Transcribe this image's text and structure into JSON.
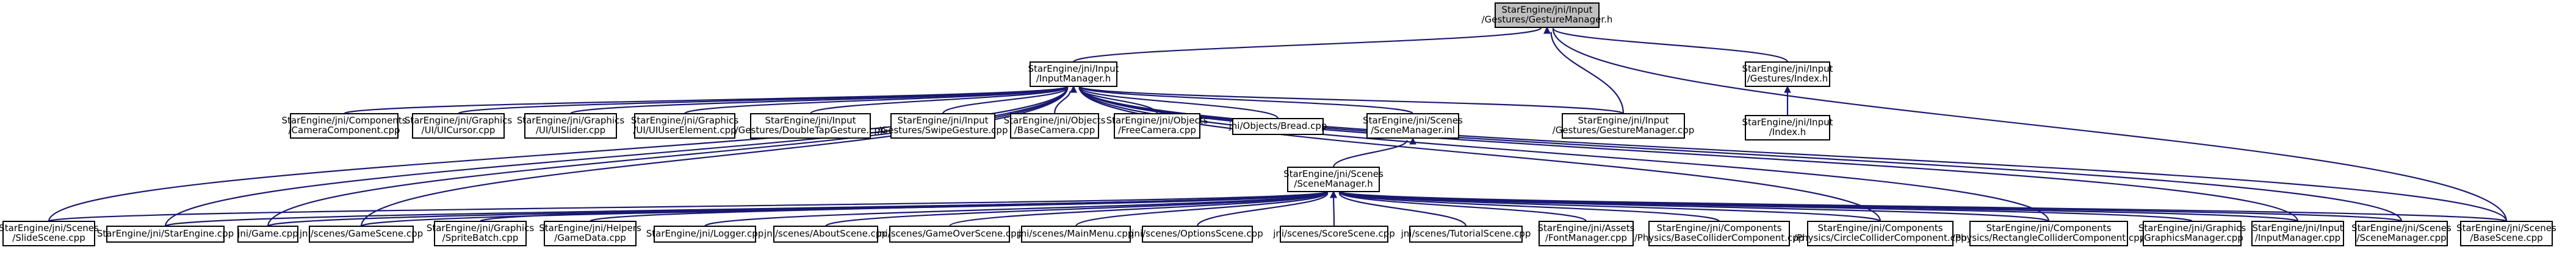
{
  "graph": {
    "kind": "include-dependency-graph",
    "colors": {
      "edge": "#191970",
      "root_fill": "#bfbfbf",
      "node_fill": "#ffffff",
      "node_border": "#000000"
    },
    "nodes": [
      {
        "id": "gm_h",
        "lines": [
          "StarEngine/jni/Input",
          "/Gestures/GestureManager.h"
        ],
        "root": true
      },
      {
        "id": "im_h",
        "lines": [
          "StarEngine/jni/Input",
          "/InputManager.h"
        ]
      },
      {
        "id": "gidx_h",
        "lines": [
          "StarEngine/jni/Input",
          "/Gestures/Index.h"
        ]
      },
      {
        "id": "idx_h",
        "lines": [
          "StarEngine/jni/Input",
          "/Index.h"
        ]
      },
      {
        "id": "cam_comp",
        "lines": [
          "StarEngine/jni/Components",
          "/CameraComponent.cpp"
        ]
      },
      {
        "id": "uicursor",
        "lines": [
          "StarEngine/jni/Graphics",
          "/UI/UICursor.cpp"
        ]
      },
      {
        "id": "uislider",
        "lines": [
          "StarEngine/jni/Graphics",
          "/UI/UISlider.cpp"
        ]
      },
      {
        "id": "uiuser",
        "lines": [
          "StarEngine/jni/Graphics",
          "/UI/UIUserElement.cpp"
        ]
      },
      {
        "id": "dbltap",
        "lines": [
          "StarEngine/jni/Input",
          "/Gestures/DoubleTapGesture.cpp"
        ]
      },
      {
        "id": "swipe",
        "lines": [
          "StarEngine/jni/Input",
          "/Gestures/SwipeGesture.cpp"
        ]
      },
      {
        "id": "basecam",
        "lines": [
          "StarEngine/jni/Objects",
          "/BaseCamera.cpp"
        ]
      },
      {
        "id": "freecam",
        "lines": [
          "StarEngine/jni/Objects",
          "/FreeCamera.cpp"
        ]
      },
      {
        "id": "bread",
        "lines": [
          "jni/Objects/Bread.cpp"
        ]
      },
      {
        "id": "scenemgr_inl",
        "lines": [
          "StarEngine/jni/Scenes",
          "/SceneManager.inl"
        ]
      },
      {
        "id": "gm_cpp",
        "lines": [
          "StarEngine/jni/Input",
          "/Gestures/GestureManager.cpp"
        ]
      },
      {
        "id": "scenemgr_h",
        "lines": [
          "StarEngine/jni/Scenes",
          "/SceneManager.h"
        ]
      },
      {
        "id": "slidescene",
        "lines": [
          "StarEngine/jni/Scenes",
          "/SlideScene.cpp"
        ]
      },
      {
        "id": "starengine",
        "lines": [
          "StarEngine/jni/StarEngine.cpp"
        ]
      },
      {
        "id": "game",
        "lines": [
          "jni/Game.cpp"
        ]
      },
      {
        "id": "gamescene",
        "lines": [
          "jni/scenes/GameScene.cpp"
        ]
      },
      {
        "id": "spritebatch",
        "lines": [
          "StarEngine/jni/Graphics",
          "/SpriteBatch.cpp"
        ]
      },
      {
        "id": "gamedata",
        "lines": [
          "StarEngine/jni/Helpers",
          "/GameData.cpp"
        ]
      },
      {
        "id": "logger",
        "lines": [
          "StarEngine/jni/Logger.cpp"
        ]
      },
      {
        "id": "aboutscene",
        "lines": [
          "jni/scenes/AboutScene.cpp"
        ]
      },
      {
        "id": "gameover",
        "lines": [
          "jni/scenes/GameOverScene.cpp"
        ]
      },
      {
        "id": "mainmenu",
        "lines": [
          "jni/scenes/MainMenu.cpp"
        ]
      },
      {
        "id": "options",
        "lines": [
          "jni/scenes/OptionsScene.cpp"
        ]
      },
      {
        "id": "score",
        "lines": [
          "jni/scenes/ScoreScene.cpp"
        ]
      },
      {
        "id": "tutorial",
        "lines": [
          "jni/scenes/TutorialScene.cpp"
        ]
      },
      {
        "id": "fontmgr",
        "lines": [
          "StarEngine/jni/Assets",
          "/FontManager.cpp"
        ]
      },
      {
        "id": "basecollider",
        "lines": [
          "StarEngine/jni/Components",
          "/Physics/BaseColliderComponent.cpp"
        ]
      },
      {
        "id": "circlecollider",
        "lines": [
          "StarEngine/jni/Components",
          "/Physics/CircleColliderComponent.cpp"
        ]
      },
      {
        "id": "rectcollider",
        "lines": [
          "StarEngine/jni/Components",
          "/Physics/RectangleColliderComponent.cpp"
        ]
      },
      {
        "id": "graphicsmgr",
        "lines": [
          "StarEngine/jni/Graphics",
          "/GraphicsManager.cpp"
        ]
      },
      {
        "id": "im_cpp",
        "lines": [
          "StarEngine/jni/Input",
          "/InputManager.cpp"
        ]
      },
      {
        "id": "scenemgr_cpp",
        "lines": [
          "StarEngine/jni/Scenes",
          "/SceneManager.cpp"
        ]
      },
      {
        "id": "basescene",
        "lines": [
          "StarEngine/jni/Scenes",
          "/BaseScene.cpp"
        ]
      }
    ],
    "edges": [
      {
        "from": "im_h",
        "to": "gm_h"
      },
      {
        "from": "gidx_h",
        "to": "gm_h"
      },
      {
        "from": "gm_cpp",
        "to": "gm_h"
      },
      {
        "from": "basescene",
        "to": "gm_h"
      },
      {
        "from": "idx_h",
        "to": "gidx_h"
      },
      {
        "from": "cam_comp",
        "to": "im_h"
      },
      {
        "from": "uicursor",
        "to": "im_h"
      },
      {
        "from": "uislider",
        "to": "im_h"
      },
      {
        "from": "uiuser",
        "to": "im_h"
      },
      {
        "from": "dbltap",
        "to": "im_h"
      },
      {
        "from": "swipe",
        "to": "im_h"
      },
      {
        "from": "basecam",
        "to": "im_h"
      },
      {
        "from": "freecam",
        "to": "im_h"
      },
      {
        "from": "bread",
        "to": "im_h"
      },
      {
        "from": "scenemgr_inl",
        "to": "im_h"
      },
      {
        "from": "gm_cpp",
        "to": "im_h"
      },
      {
        "from": "slidescene",
        "to": "im_h"
      },
      {
        "from": "starengine",
        "to": "im_h"
      },
      {
        "from": "game",
        "to": "im_h"
      },
      {
        "from": "gamescene",
        "to": "im_h"
      },
      {
        "from": "circlecollider",
        "to": "im_h"
      },
      {
        "from": "rectcollider",
        "to": "im_h"
      },
      {
        "from": "im_cpp",
        "to": "im_h"
      },
      {
        "from": "scenemgr_cpp",
        "to": "im_h"
      },
      {
        "from": "basescene",
        "to": "im_h"
      },
      {
        "from": "scenemgr_h",
        "to": "scenemgr_inl"
      },
      {
        "from": "slidescene",
        "to": "scenemgr_h"
      },
      {
        "from": "starengine",
        "to": "scenemgr_h"
      },
      {
        "from": "game",
        "to": "scenemgr_h"
      },
      {
        "from": "gamescene",
        "to": "scenemgr_h"
      },
      {
        "from": "spritebatch",
        "to": "scenemgr_h"
      },
      {
        "from": "gamedata",
        "to": "scenemgr_h"
      },
      {
        "from": "logger",
        "to": "scenemgr_h"
      },
      {
        "from": "aboutscene",
        "to": "scenemgr_h"
      },
      {
        "from": "gameover",
        "to": "scenemgr_h"
      },
      {
        "from": "mainmenu",
        "to": "scenemgr_h"
      },
      {
        "from": "options",
        "to": "scenemgr_h"
      },
      {
        "from": "score",
        "to": "scenemgr_h"
      },
      {
        "from": "tutorial",
        "to": "scenemgr_h"
      },
      {
        "from": "fontmgr",
        "to": "scenemgr_h"
      },
      {
        "from": "basecollider",
        "to": "scenemgr_h"
      },
      {
        "from": "circlecollider",
        "to": "scenemgr_h"
      },
      {
        "from": "rectcollider",
        "to": "scenemgr_h"
      },
      {
        "from": "graphicsmgr",
        "to": "scenemgr_h"
      },
      {
        "from": "im_cpp",
        "to": "scenemgr_h"
      },
      {
        "from": "scenemgr_cpp",
        "to": "scenemgr_h"
      },
      {
        "from": "basescene",
        "to": "scenemgr_h"
      }
    ]
  }
}
